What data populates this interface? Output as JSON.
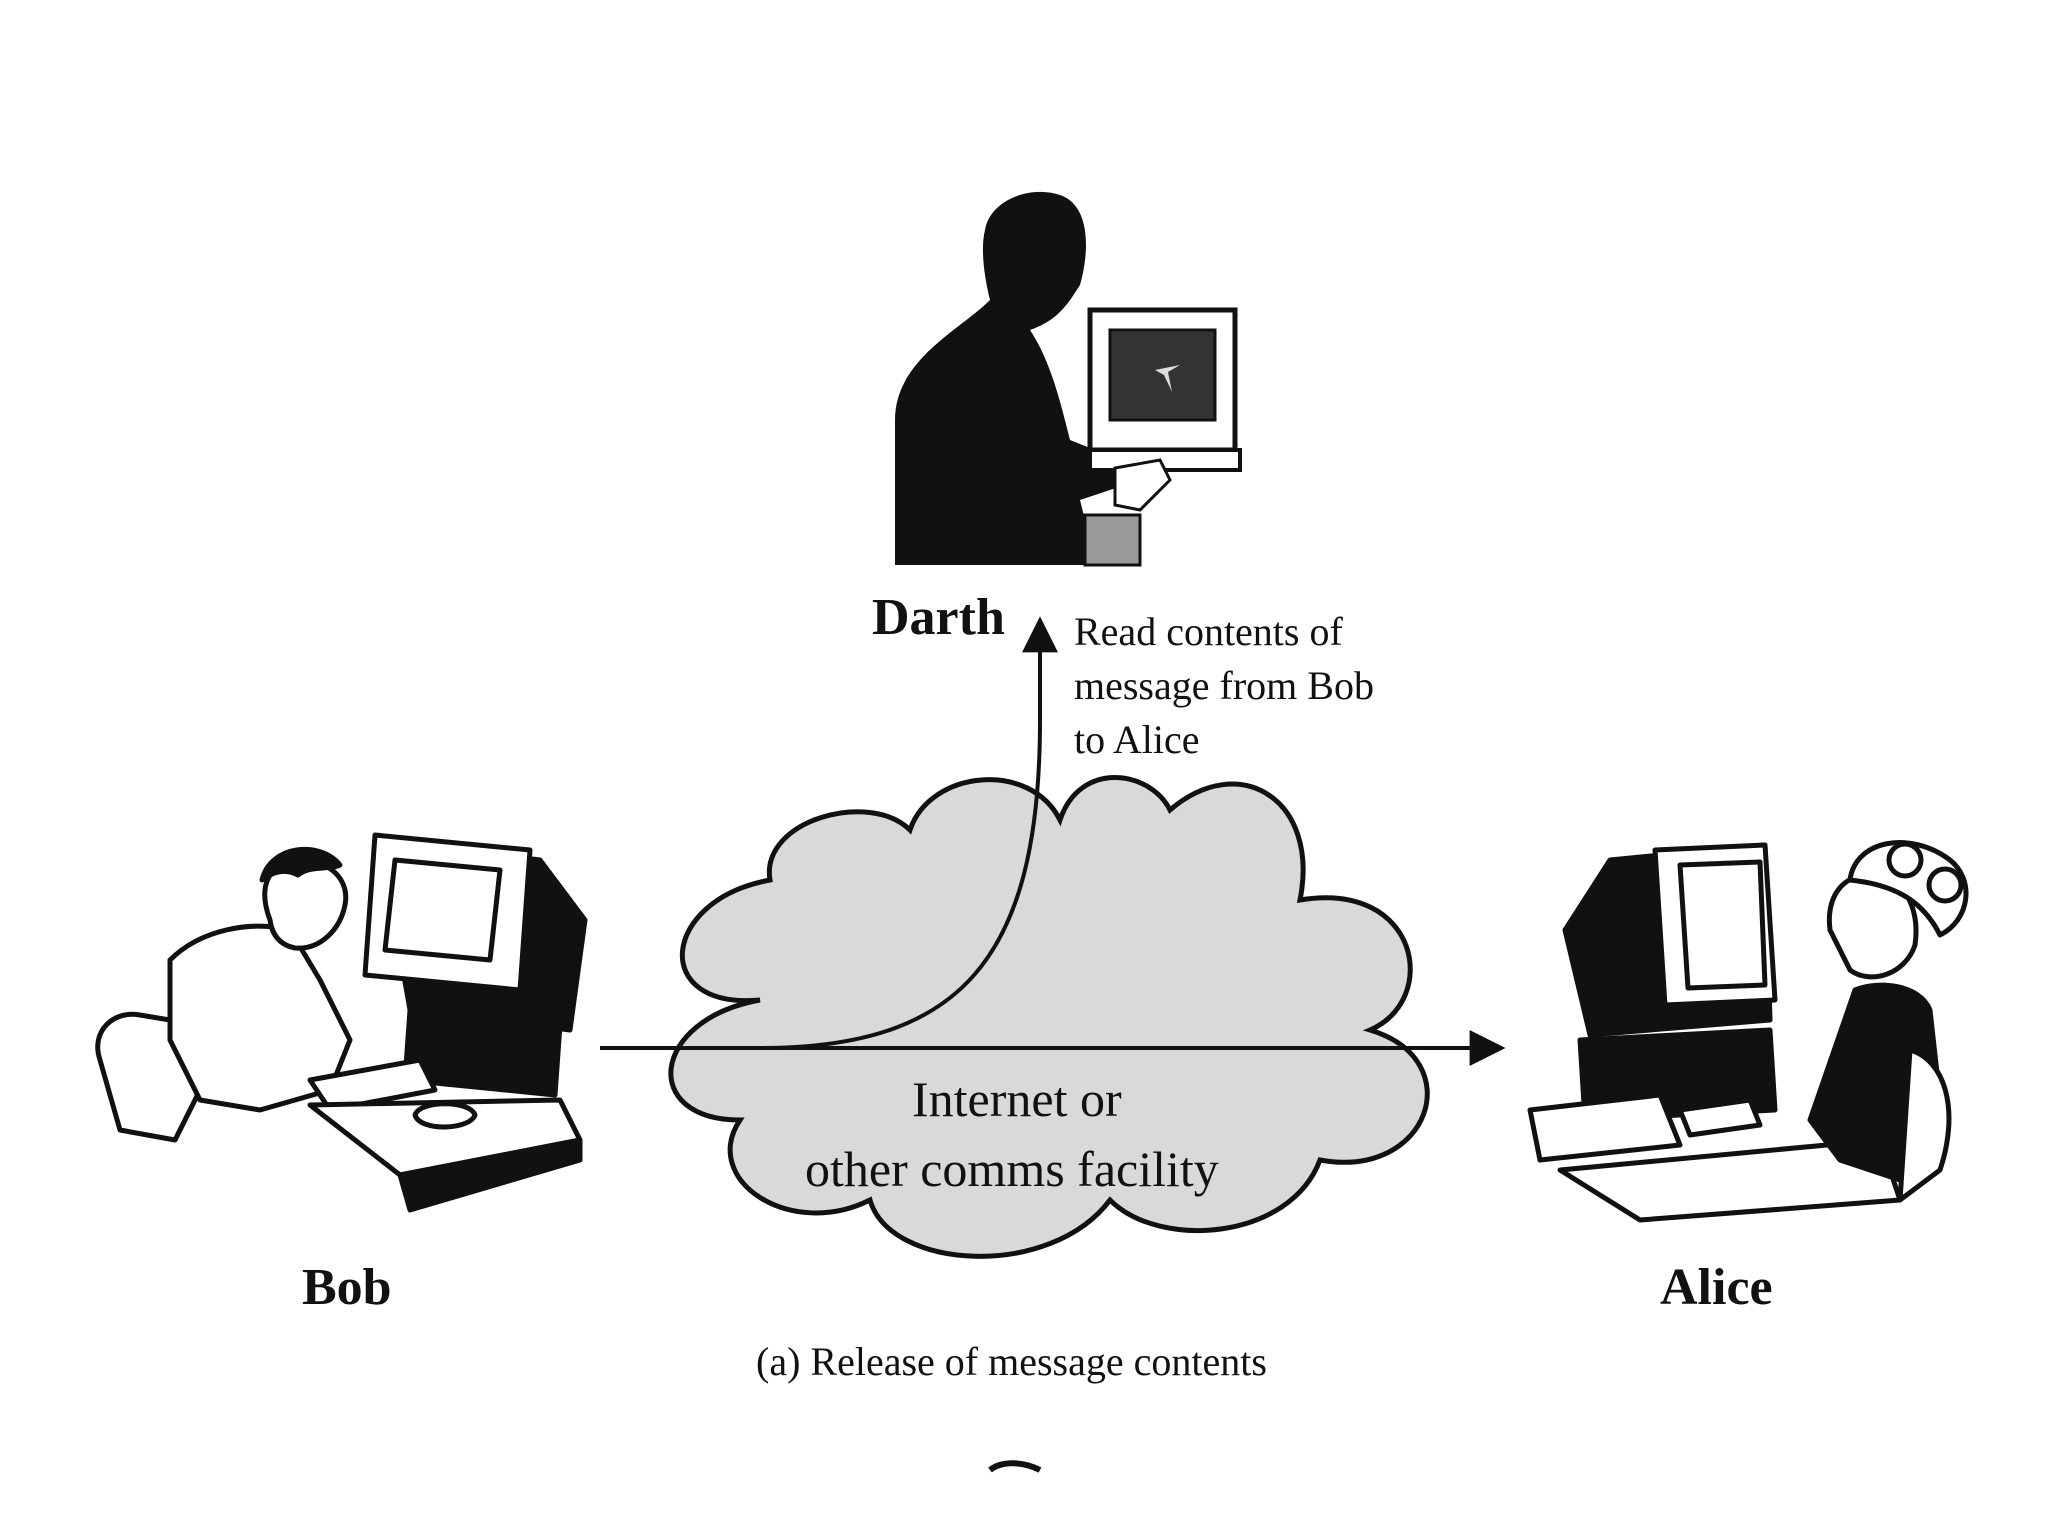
{
  "nodes": {
    "darth": {
      "name": "Darth"
    },
    "bob": {
      "name": "Bob"
    },
    "alice": {
      "name": "Alice"
    },
    "network": {
      "line1": "Internet or",
      "line2": "other comms facility"
    }
  },
  "annotation": {
    "line1": "Read contents of",
    "line2": "message from Bob",
    "line3": "to Alice"
  },
  "caption": "(a) Release of message contents",
  "colors": {
    "ink": "#111111",
    "cloud_fill": "#d9d9d9",
    "background": "#ffffff"
  }
}
